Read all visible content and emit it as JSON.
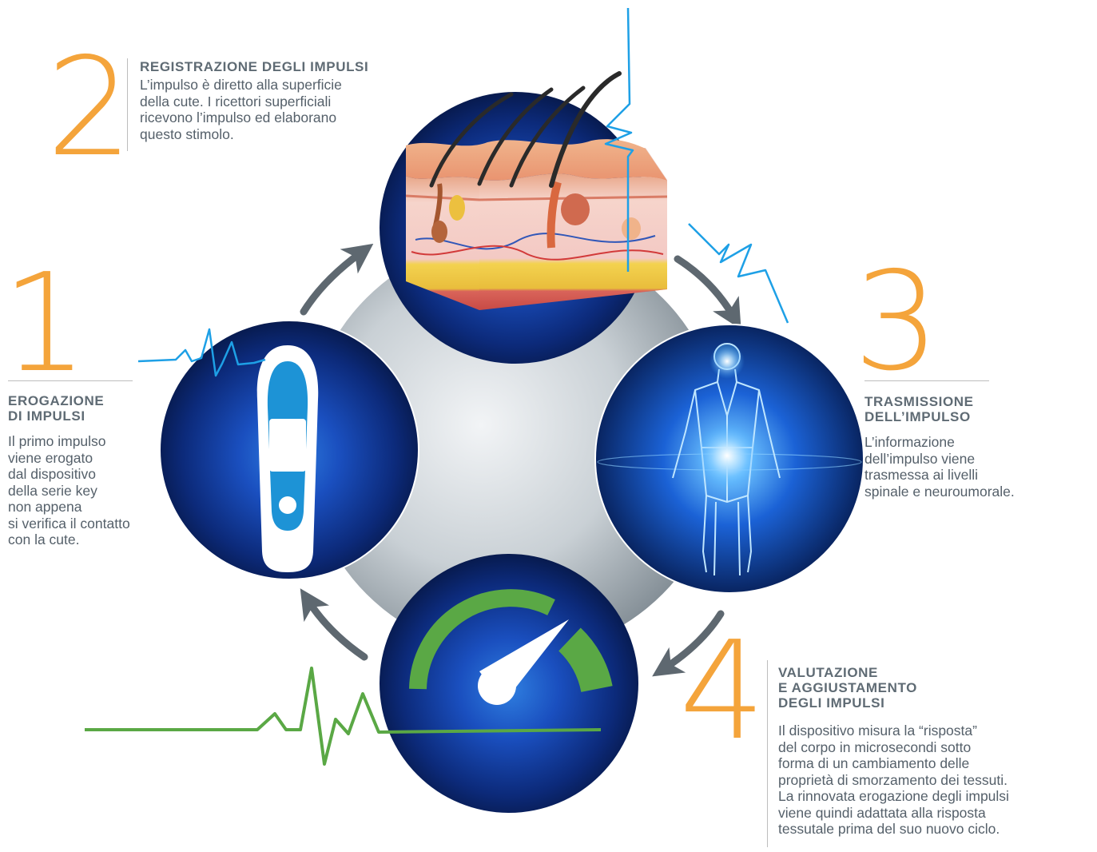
{
  "steps": [
    {
      "number": "1",
      "title": "EROGAZIONE\nDI IMPULSI",
      "body": "Il primo impulso\nviene erogato\ndal dispositivo\ndella serie key\nnon appena\nsi verifica il contatto\ncon la cute."
    },
    {
      "number": "2",
      "title": "REGISTRAZIONE DEGLI IMPULSI",
      "body": "L’impulso è diretto alla superficie\ndella cute. I ricettori superficiali\nricevono l’impulso ed elaborano\nquesto stimolo."
    },
    {
      "number": "3",
      "title": "TRASMISSIONE\nDELL’IMPULSO",
      "body": "L’informazione\ndell’impulso viene\ntrasmessa ai livelli\nspinale e neuroumorale."
    },
    {
      "number": "4",
      "title": "VALUTAZIONE\nE AGGIUSTAMENTO\nDEGLI IMPULSI",
      "body": "Il dispositivo misura la “risposta”\ndel corpo in microsecondi sotto\nforma di un cambiamento delle\nproprietà di smorzamento dei tessuti.\nLa rinnovata erogazione degli impulsi\nviene quindi adattata alla risposta\ntessutale prima del suo nuovo ciclo."
    }
  ],
  "colors": {
    "accent_orange": "#f4a43b",
    "heading_gray": "#5f6b74",
    "pulse_blue": "#1ea0e6",
    "pulse_green": "#5aa845",
    "arrow_gray": "#5e6870",
    "circle_dark": "#0a1f63"
  }
}
